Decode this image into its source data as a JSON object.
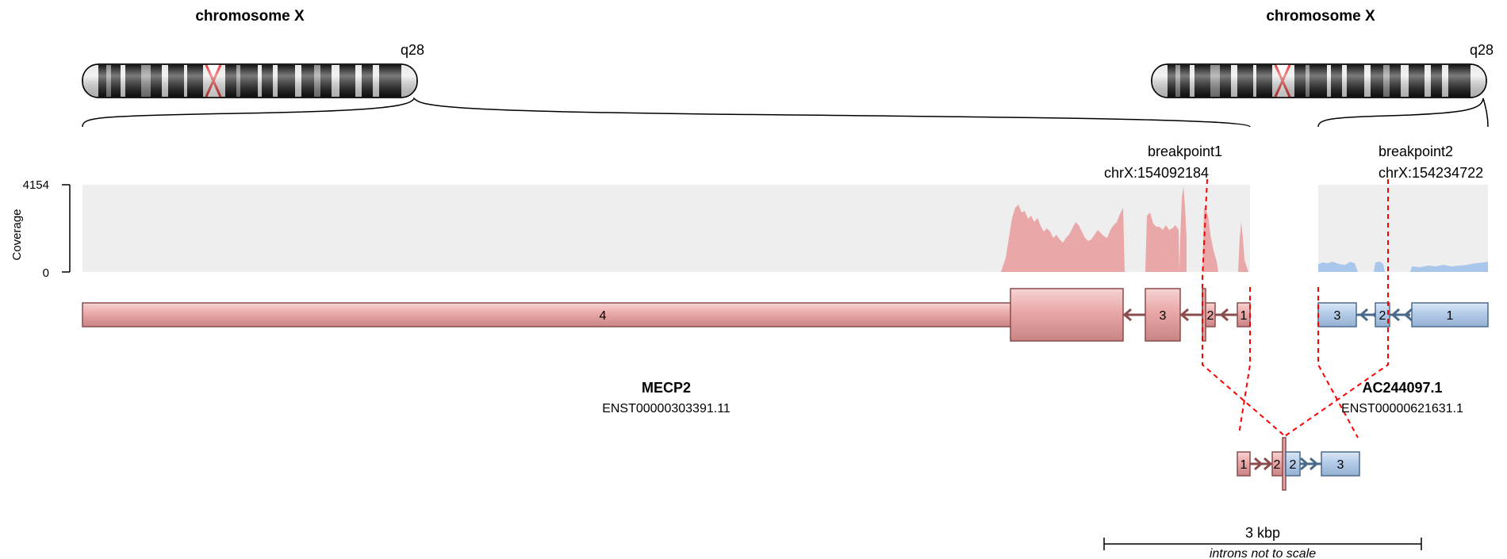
{
  "colors": {
    "gene1_fill": "#e9a7a7",
    "gene1_stroke": "#8a4c4c",
    "gene2_fill": "#b3cbe8",
    "gene2_stroke": "#4a6a8c",
    "coverage_bg": "#eeeeee",
    "breakpoint": "#ff0000"
  },
  "chromosomes": {
    "left_title": "chromosome X",
    "right_title": "chromosome X",
    "left_band": "q28",
    "right_band": "q28"
  },
  "coverage": {
    "axis_title": "Coverage",
    "max_label": "4154",
    "min_label": "0"
  },
  "breakpoints": {
    "bp1_name": "breakpoint1",
    "bp1_pos": "chrX:154092184",
    "bp2_name": "breakpoint2",
    "bp2_pos": "chrX:154234722"
  },
  "genes": {
    "gene1": {
      "name": "MECP2",
      "transcript": "ENST00000303391.11",
      "exons": [
        "4",
        "3",
        "2",
        "1"
      ]
    },
    "gene2": {
      "name": "AC244097.1",
      "transcript": "ENST00000621631.1",
      "exons": [
        "3",
        "2",
        "1"
      ]
    }
  },
  "fusion": {
    "exons": [
      "1",
      "2",
      "2",
      "3"
    ]
  },
  "scale": {
    "length": "3 kbp",
    "note": "introns not to scale"
  }
}
